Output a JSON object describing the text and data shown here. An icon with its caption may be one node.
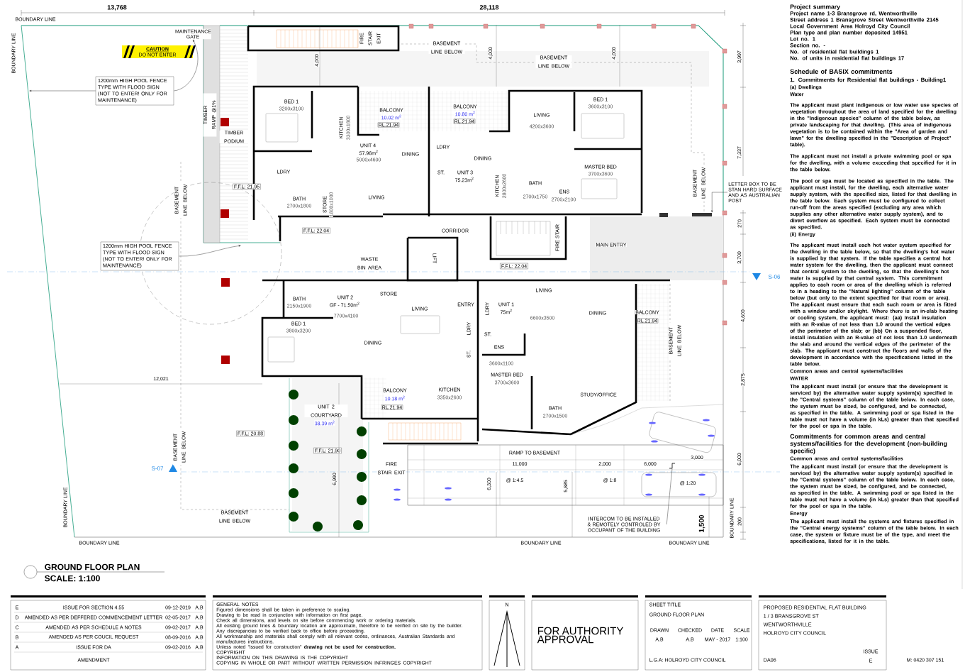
{
  "diagram": {
    "title": "GROUND FLOOR PLAN",
    "nodes": [
      {
        "text": [
          "1200mm HIGH POOL FENCE TYPE WITH FLOOD SIGN (NOT TO ENTER! ONLY FOR MAINTENANCE)"
        ]
      },
      {
        "text": [
          "1200mm HIGH POOL FENCE TYPE WITH FLOOD SIGN (NOT TO ENTER! ONLY FOR MAINTENANCE)"
        ]
      },
      {
        "text": [
          "CAUTION",
          "DO NOT ENTER"
        ]
      },
      {
        "text": [
          "MAINTENANCE GATE"
        ]
      },
      {
        "text": [
          "LETTER BOX TO BE STAN HARD SURFACE AND AS AUSTRALIAN POST"
        ]
      },
      {
        "text": [
          "INTERCOM TO BE INSTALLED & REMOTELY CONTROLED BY OCCUPANT OF THE BUILDING"
        ]
      },
      {
        "text": [
          "F.F.L: 21.95"
        ]
      },
      {
        "text": [
          "F.F.L: 22.04"
        ]
      },
      {
        "text": [
          "F.F.L: 22.04"
        ]
      },
      {
        "text": [
          "F.F.L: 20.88"
        ]
      },
      {
        "text": [
          "F.F.L: 21.90"
        ]
      },
      {
        "text": [
          "RL.21.94"
        ]
      },
      {
        "text": [
          "RL.21.94"
        ]
      },
      {
        "text": [
          "RL.21.94"
        ]
      },
      {
        "text": [
          "RL.21.94"
        ]
      },
      {
        "text": [],
        "shape": "box"
      },
      {
        "text": [],
        "shape": "picture"
      }
    ],
    "edges": [
      {
        "from": 0,
        "to": null,
        "arrow": "to"
      },
      {
        "from": 0,
        "to": 3,
        "arrow": "to"
      },
      {
        "from": 1,
        "to": null,
        "arrow": "to"
      },
      {
        "from": 4,
        "to": 15,
        "arrow": "to"
      },
      {
        "from": 5,
        "to": 16,
        "arrow": "none"
      }
    ],
    "labels": [
      "13,768",
      "28,118",
      "BOUNDARY LINE",
      "BOUNDARY LINE",
      "FIRE STAIR EXIT",
      "BASEMENT LINE BELOW",
      "4,000",
      "4,000",
      "BASEMENT LINE BELOW",
      "4,000",
      "3,997",
      "TIMBER RAMP @1%",
      "TIMBER PODIUM",
      "BED 1",
      "3200x3100",
      "KITCHEN",
      "3300x1800",
      "BALCONY",
      "10.02 m$^{2}$",
      "BALCONY",
      "10.80 m$^{2}$",
      "LIVING",
      "4200x3600",
      "BED 1",
      "3600x3100",
      "UNIT 4",
      "57.96m$^{2}$",
      "5000x4600",
      "DINING",
      "LDRY",
      "DINING",
      "LDRY",
      "ST.",
      "UNIT 3",
      "75.23m$^{2}$",
      "BATH",
      "2700x1800",
      "STORE",
      "1800x1000",
      "LIVING",
      "KITCHEN",
      "2800x2600",
      "BATH",
      "2700x1750",
      "ENS",
      "2700x2100",
      "MASTER BED",
      "3700x3600",
      "BASEMENT LINE BELOW",
      "7,337",
      "BASEMENT LINE BELOW",
      "CORRIDOR",
      "WASTE BIN AREA",
      "LIFT",
      "FIRE STAIR",
      "MAIN ENTRY",
      "270",
      "3,700",
      "S-06",
      "BATH",
      "2150x1900",
      "UNIT 2",
      "GF - 71.50m$^{2}$",
      "7700x4100",
      "STORE",
      "BED 1",
      "3800x3200",
      "DINING",
      "LIVING",
      "ENTRY",
      "LDRY",
      "UNIT 1",
      "75m$^{2}$",
      "LIVING",
      "6600x3500",
      "DINING",
      "BALCONY",
      "BASEMENT LINE BELOW",
      "4,600",
      "LDRY",
      "ST.",
      "ST.",
      "ENS",
      "3600x1100",
      "MASTER BED",
      "3700x3600",
      "BALCONY",
      "10.18 m$^{2}$",
      "KITCHEN",
      "3350x2600",
      "STUDY/OFFICE",
      "BATH",
      "2700x1500",
      "2,875",
      "12,021",
      "UNIT 2 COURTYARD",
      "38.39 m$^{2}$",
      "BASEMENT LINE BELOW",
      "S-07",
      "6,990",
      "FIRE STAIR EXIT",
      "BASEMENT LINE BELOW",
      "BOUNDARY LINE",
      "BOUNDARY LINE",
      "RAMP TO BASEMENT",
      "11,000",
      "2,000",
      "6,000",
      "3,000",
      "6,300",
      "@ 1:4.5",
      "5,885",
      "@ 1:8",
      "@ 1:20",
      "6,000",
      "200",
      "1,500",
      "BOUNDARY LINE",
      "BOUNDARY LINE",
      "BOUNDARY LINE",
      "SCALE: 1:100",
      "E",
      "ISSUE FOR SECTION 4.55",
      "09-12-2019",
      "A.B",
      "D",
      "AMENDED AS PER DEFFERED COMMENCEMENT LETTER",
      "02-05-2017",
      "A.B",
      "C",
      "AMENDED AS PER SCHEDULE A NOTES",
      "09-02-2017",
      "A.B",
      "B",
      "AMENDED AS PER COUCIL REQUEST",
      "08-09-2016",
      "A.B",
      "A",
      "ISSUE FOR DA",
      "09-02-2016",
      "A.B",
      "AMENDMENT",
      "GENERAL NOTES",
      "Figured dimensions shall be taken in preference to scaling.",
      "Drawing to be read in conjunction with information on first page.",
      "Check all dimensions, and levels on site before commencing work or ordering materials.",
      "All existing ground lines & boundary location are approximate, therefore to be verified on site by the builder.",
      "Any discrepancies to be verified back to office before proceeding.",
      "All workmanship and materials shall comply with all relevant codes, ordinances, Australian Standards and manufactures instructions.",
      "Unless noted \"issued for construction\" **drawing not be used for construction.**",
      "COPYRIGHT",
      "INFORMATION ON THIS DRAWING IS THE COPYRIGHT",
      "COPYING IN WHOLE OR PART WITHOUT WRITTEN PERMISSION INFRINGES COPYRIGHT",
      "N",
      "FOR AUTHORITY APPROVAL",
      "SHEET TITLE",
      "GROUND FLOOR PLAN",
      "DRAWN",
      "CHECKED",
      "DATE",
      "SCALE",
      "A.B",
      "A.B",
      "MAY - 2017",
      "1:100",
      "L.G.A: HOLROYD CITY COUNCIL",
      "PROPOSED RESIDENTIAL FLAT BUILDING",
      "1 / 3 BRANSGROVE ST",
      "WENTWORTHVILLE",
      "HOLROYD CITY COUNCIL",
      "DA06",
      "ISSUE",
      "E",
      "M: 0420 307 151",
      "Project summary",
      "Project name 1-3 Bransgrove rd, Wentworthville",
      "Street address 1 Bransgrove Street Wentworthville 2145",
      "Local Government Area Holroyd City Council",
      "Plan type and plan number deposited 14951",
      "Lot no. 1",
      "Section no. -",
      "No. of residential flat buildings 1",
      "No. of units in residential flat buildings 17",
      "Schedule of BASIX commitments",
      "1. Commitments for Residential flat buildings - Building1",
      "(a) Dwellings",
      "Water",
      "The applicant must plant indigenous or low water use species of vegetation throughout the area of land specified for the dwelling in the \"Indigenous species\" column of the table below, as private landscaping for that dwelling. (This area of indigenous vegetation is to be contained within the \"Area of garden and lawn\" for the dwelling specified in the \"Description of Project\" table).",
      "The applicant must not install a private swimming pool or spa for the dwelling, with a volume exceeding that specified for it in the table below.",
      "The pool or spa must be located as specified in the table. The applicant must install, for the dwelling, each alternative water supply system, with the specified size, listed for that dwelling in the table below. Each system must be configured to collect run-off from the areas specified (excluding any area which supplies any other alternative water supply system), and to divert overflow as specified. Each system must be connected as specified.",
      "(ii) Energy",
      "The applicant must install each hot water system specified for the dwelling in the table below, so that the dwelling's hot water is supplied by that system. If the table specifies a central hot water system for the dwelling, then the applicant must connect that central system to the dwelling, so that the dwelling's hot water is supplied by that central system. This commitment applies to each room or area of the dwelling which is referred to in a heading to the \"Natural lighting\" column of the table below (but only to the extent specified for that room or area). The applicant must ensure that each such room or area is fitted with a window and/or skylight. Where there is an in-slab heating or cooling system, the applicant must: (aa) Install insulation with an R-value of not less than 1.0 around the vertical edges of the perimeter of the slab; or (bb) On a suspended floor, install insulation with an R-value of not less than 1.0 underneath the slab and around the vertical edges of the perimeter of the slab. The applicant must construct the floors and walls of the development in accordance with the specifications listed in the table below.",
      "Common areas and central systems/facilities",
      "WATER",
      "The applicant must install (or ensure that the development is serviced by) the alternative water supply system(s) specified in the \"Central systems\" column of the table below. In each case, the system must be sized, be configured, and be connected, as specified in the table. A swimming pool or spa listed in the table must not have a volume (in kLs) greater than that specified for the pool or spa in the table.",
      "Commitments for common areas and central systems/facilities for the development (non-building specific)",
      "Common areas and central systems/facilities",
      "The applicant must install (or ensure that the development is serviced by) the alternative water supply system(s) specified in the \"Central systems\" column of the table below. In each case, the system must be sized, be configured, and be connected, as specified in the table. A swimming pool or spa listed in the table must not have a volume (in kLs) greater than that specified for the pool or spa in the table.",
      "Energy",
      "The applicant must install the systems and fixtures specified in the \"Central energy systems\" column of the table below. In each case, the system or fixture must be of the type, and meet the specifications, listed for it in the table."
    ]
  }
}
